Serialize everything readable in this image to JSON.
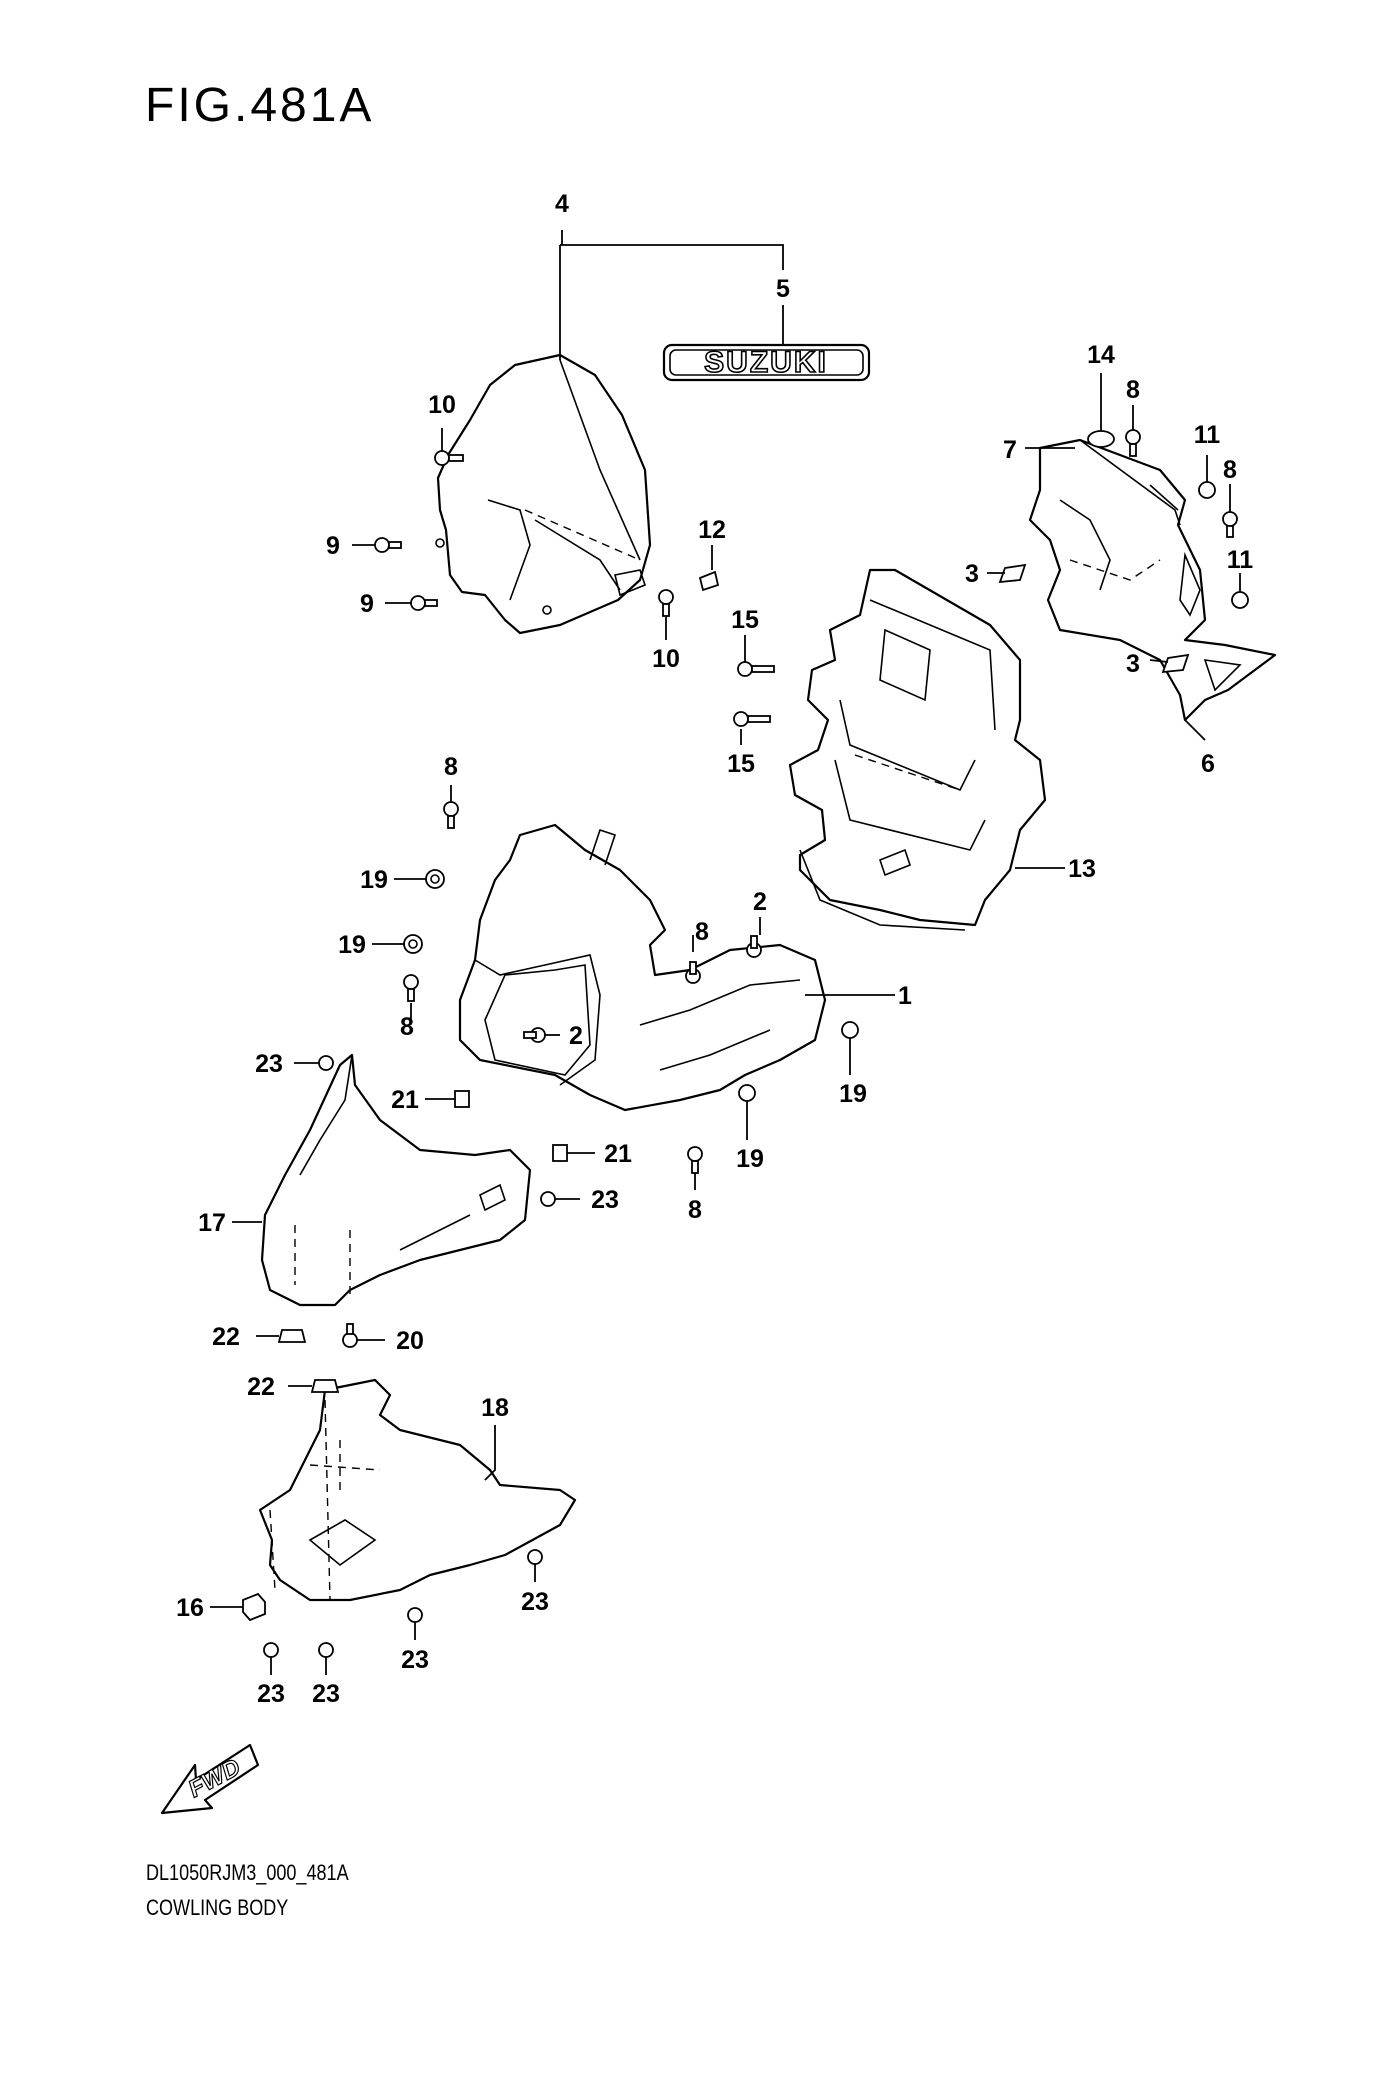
{
  "figure": {
    "title": "FIG.481A",
    "code": "DL1050RJM3_000_481A",
    "name": "COWLING BODY",
    "emblem_text": "SUZUKI",
    "direction_marker": "FWD"
  },
  "callouts": [
    {
      "id": "c-4",
      "label": "4"
    },
    {
      "id": "c-5",
      "label": "5"
    },
    {
      "id": "c-10a",
      "label": "10"
    },
    {
      "id": "c-9a",
      "label": "9"
    },
    {
      "id": "c-9b",
      "label": "9"
    },
    {
      "id": "c-12",
      "label": "12"
    },
    {
      "id": "c-10b",
      "label": "10"
    },
    {
      "id": "c-14",
      "label": "14"
    },
    {
      "id": "c-8a",
      "label": "8"
    },
    {
      "id": "c-7",
      "label": "7"
    },
    {
      "id": "c-11a",
      "label": "11"
    },
    {
      "id": "c-8b",
      "label": "8"
    },
    {
      "id": "c-3a",
      "label": "3"
    },
    {
      "id": "c-11b",
      "label": "11"
    },
    {
      "id": "c-15a",
      "label": "15"
    },
    {
      "id": "c-3b",
      "label": "3"
    },
    {
      "id": "c-6",
      "label": "6"
    },
    {
      "id": "c-15b",
      "label": "15"
    },
    {
      "id": "c-8c",
      "label": "8"
    },
    {
      "id": "c-13",
      "label": "13"
    },
    {
      "id": "c-19a",
      "label": "19"
    },
    {
      "id": "c-2a",
      "label": "2"
    },
    {
      "id": "c-8d",
      "label": "8"
    },
    {
      "id": "c-19b",
      "label": "19"
    },
    {
      "id": "c-1",
      "label": "1"
    },
    {
      "id": "c-8e",
      "label": "8"
    },
    {
      "id": "c-2b",
      "label": "2"
    },
    {
      "id": "c-23a",
      "label": "23"
    },
    {
      "id": "c-19c",
      "label": "19"
    },
    {
      "id": "c-21a",
      "label": "21"
    },
    {
      "id": "c-21b",
      "label": "21"
    },
    {
      "id": "c-19d",
      "label": "19"
    },
    {
      "id": "c-23b",
      "label": "23"
    },
    {
      "id": "c-8f",
      "label": "8"
    },
    {
      "id": "c-17",
      "label": "17"
    },
    {
      "id": "c-22a",
      "label": "22"
    },
    {
      "id": "c-20",
      "label": "20"
    },
    {
      "id": "c-22b",
      "label": "22"
    },
    {
      "id": "c-18",
      "label": "18"
    },
    {
      "id": "c-16",
      "label": "16"
    },
    {
      "id": "c-23c",
      "label": "23"
    },
    {
      "id": "c-23d",
      "label": "23"
    },
    {
      "id": "c-23e",
      "label": "23"
    },
    {
      "id": "c-23f",
      "label": "23"
    }
  ]
}
